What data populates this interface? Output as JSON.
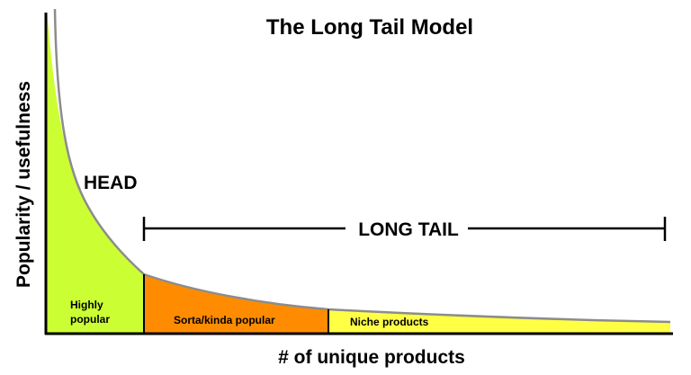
{
  "title": "The Long Tail Model",
  "y_axis_label": "Popularity / usefulness",
  "x_axis_label": "# of unique products",
  "head_label": "HEAD",
  "long_tail_label": "LONG TAIL",
  "segments": [
    {
      "label_lines": [
        "Highly",
        "popular"
      ],
      "color": "#ccff33"
    },
    {
      "label_lines": [
        "Sorta/kinda popular"
      ],
      "color": "#ff8c00"
    },
    {
      "label_lines": [
        "Niche products"
      ],
      "color": "#ffff44"
    }
  ],
  "curve_color": "#8c8c8c",
  "axis_color": "#000000"
}
